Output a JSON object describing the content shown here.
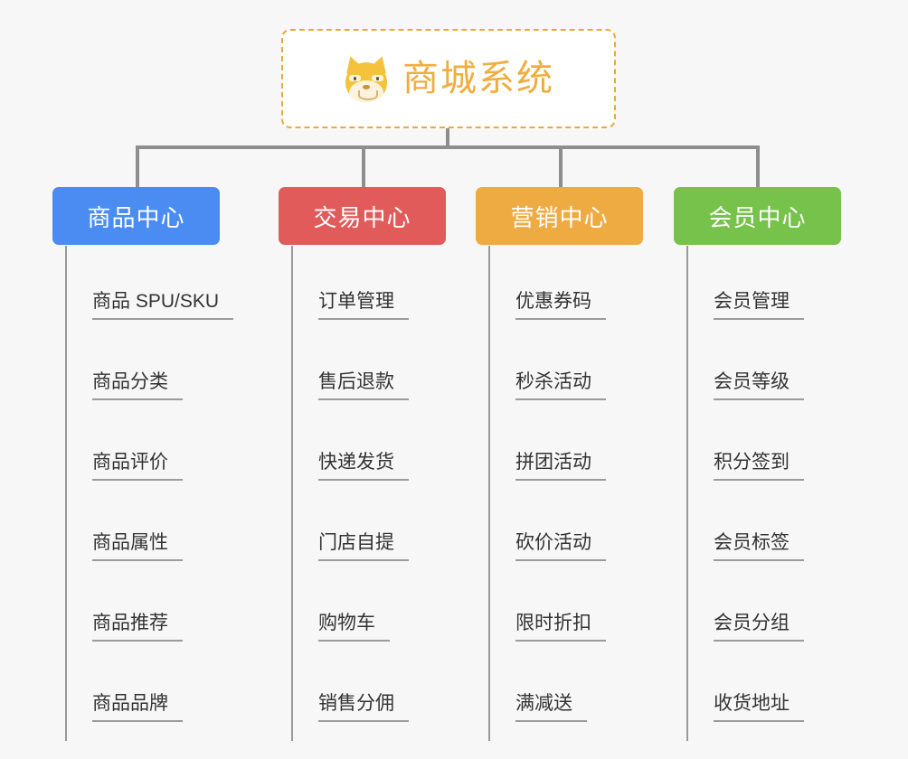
{
  "page": {
    "background_color": "#f7f7f7",
    "connector_color": "#8e8e8e"
  },
  "root": {
    "title": "商城系统",
    "icon": "shiba-dog-face",
    "text_color": "#f0ad3e",
    "border_color": "#e9a93c",
    "background_color": "#ffffff"
  },
  "columns": [
    {
      "title": "商品中心",
      "color": "#4a8cf2",
      "items": [
        "商品 SPU/SKU",
        "商品分类",
        "商品评价",
        "商品属性",
        "商品推荐",
        "商品品牌"
      ]
    },
    {
      "title": "交易中心",
      "color": "#e15b5b",
      "items": [
        "订单管理",
        "售后退款",
        "快递发货",
        "门店自提",
        "购物车",
        "销售分佣"
      ]
    },
    {
      "title": "营销中心",
      "color": "#eeab42",
      "items": [
        "优惠券码",
        "秒杀活动",
        "拼团活动",
        "砍价活动",
        "限时折扣",
        "满减送"
      ]
    },
    {
      "title": "会员中心",
      "color": "#76c24a",
      "items": [
        "会员管理",
        "会员等级",
        "积分签到",
        "会员标签",
        "会员分组",
        "收货地址"
      ]
    }
  ]
}
